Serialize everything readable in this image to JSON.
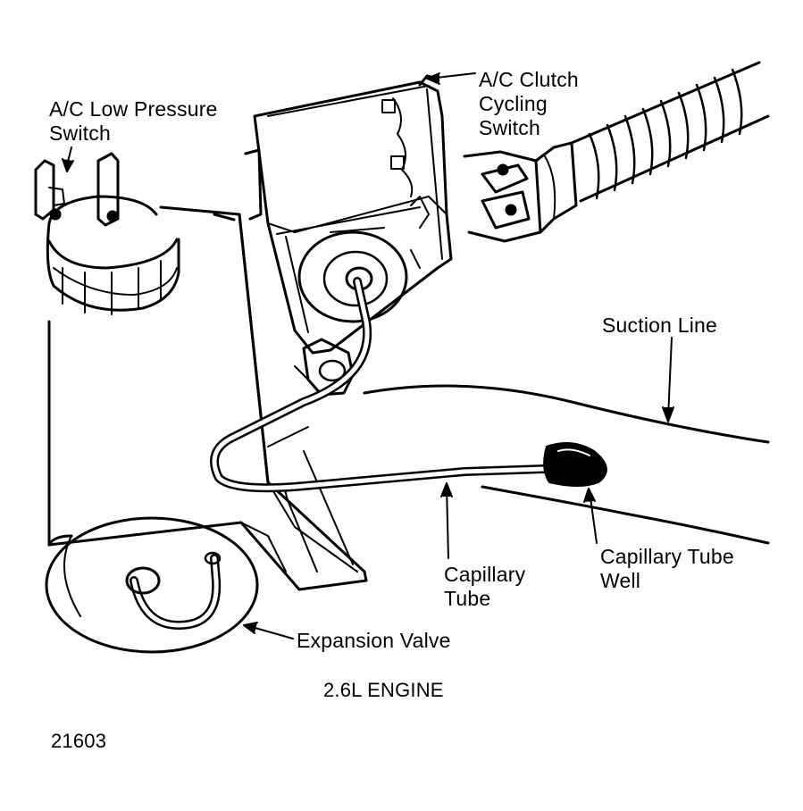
{
  "labels": {
    "low_pressure_switch": [
      "A/C Low Pressure",
      "Switch"
    ],
    "clutch_cycling_switch": [
      "A/C Clutch",
      "Cycling",
      "Switch"
    ],
    "suction_line": "Suction Line",
    "capillary_tube_well": [
      "Capillary Tube",
      "Well"
    ],
    "capillary_tube": [
      "Capillary",
      "Tube"
    ],
    "expansion_valve": "Expansion Valve",
    "engine": "2.6L ENGINE",
    "figure_id": "21603"
  },
  "colors": {
    "ink": "#000000",
    "paper": "#ffffff"
  }
}
